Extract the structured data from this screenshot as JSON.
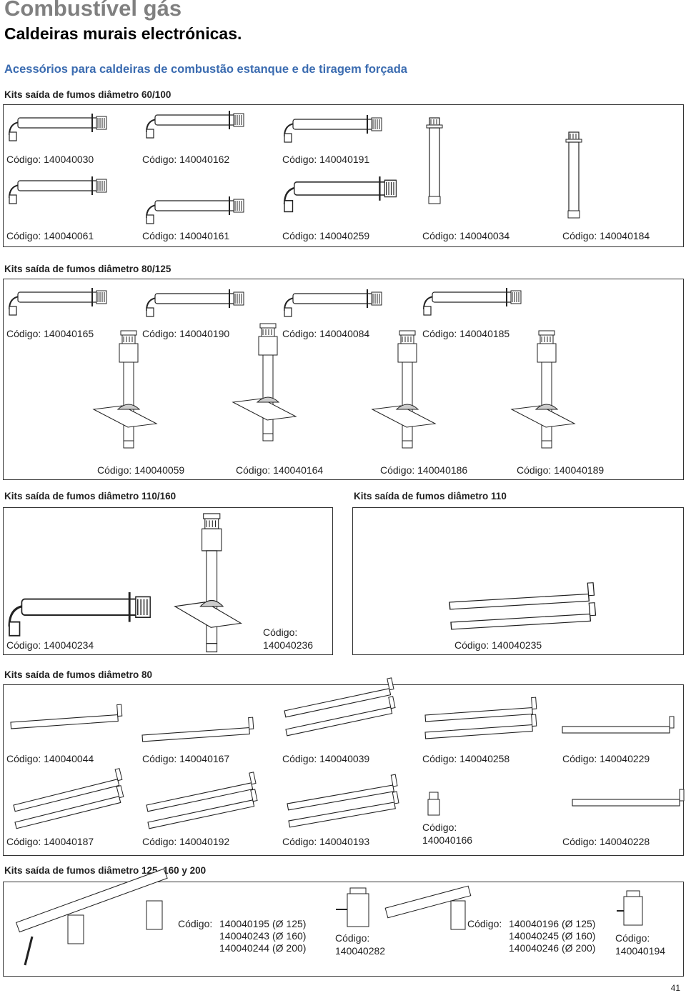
{
  "header": {
    "title": "Combustível gás",
    "subtitle": "Caldeiras murais electrónicas.",
    "section_heading": "Acessórios para caldeiras de combustão estanque e de tiragem forçada"
  },
  "sections": {
    "s60_100": {
      "title": "Kits saída de fumos diâmetro 60/100",
      "codes": [
        "Código: 140040030",
        "Código: 140040162",
        "Código: 140040191",
        "Código: 140040061",
        "Código: 140040161",
        "Código: 140040259",
        "Código: 140040034",
        "Código: 140040184"
      ]
    },
    "s80_125": {
      "title": "Kits saída de fumos diâmetro 80/125",
      "codes": [
        "Código: 140040165",
        "Código: 140040190",
        "Código: 140040084",
        "Código: 140040185",
        "Código: 140040059",
        "Código: 140040164",
        "Código: 140040186",
        "Código: 140040189"
      ]
    },
    "s110_160": {
      "title": "Kits saída de fumos diâmetro 110/160",
      "code1": "Código: 140040234",
      "code2_label": "Código:",
      "code2_value": "140040236"
    },
    "s110": {
      "title": "Kits saída de fumos diâmetro 110",
      "code": "Código: 140040235"
    },
    "s80": {
      "title": "Kits saída de fumos diâmetro 80",
      "codes": [
        "Código: 140040044",
        "Código: 140040167",
        "Código: 140040039",
        "Código: 140040258",
        "Código: 140040229",
        "Código: 140040187",
        "Código: 140040192",
        "Código: 140040193",
        "Código: 140040228"
      ],
      "code_split_label": "Código:",
      "code_split_value": "140040166"
    },
    "s125": {
      "title": "Kits saída de fumos diâmetro 125, 160 y 200",
      "group1_label": "Código:",
      "group1_lines": [
        "140040195 (Ø 125)",
        "140040243 (Ø 160)",
        "140040244 (Ø 200)"
      ],
      "single1_label": "Código:",
      "single1_value": "140040282",
      "group2_label": "Código:",
      "group2_lines": [
        "140040196 (Ø 125)",
        "140040245 (Ø 160)",
        "140040246 (Ø 200)"
      ],
      "single2_label": "Código:",
      "single2_value": "140040194"
    }
  },
  "page_number": "41"
}
